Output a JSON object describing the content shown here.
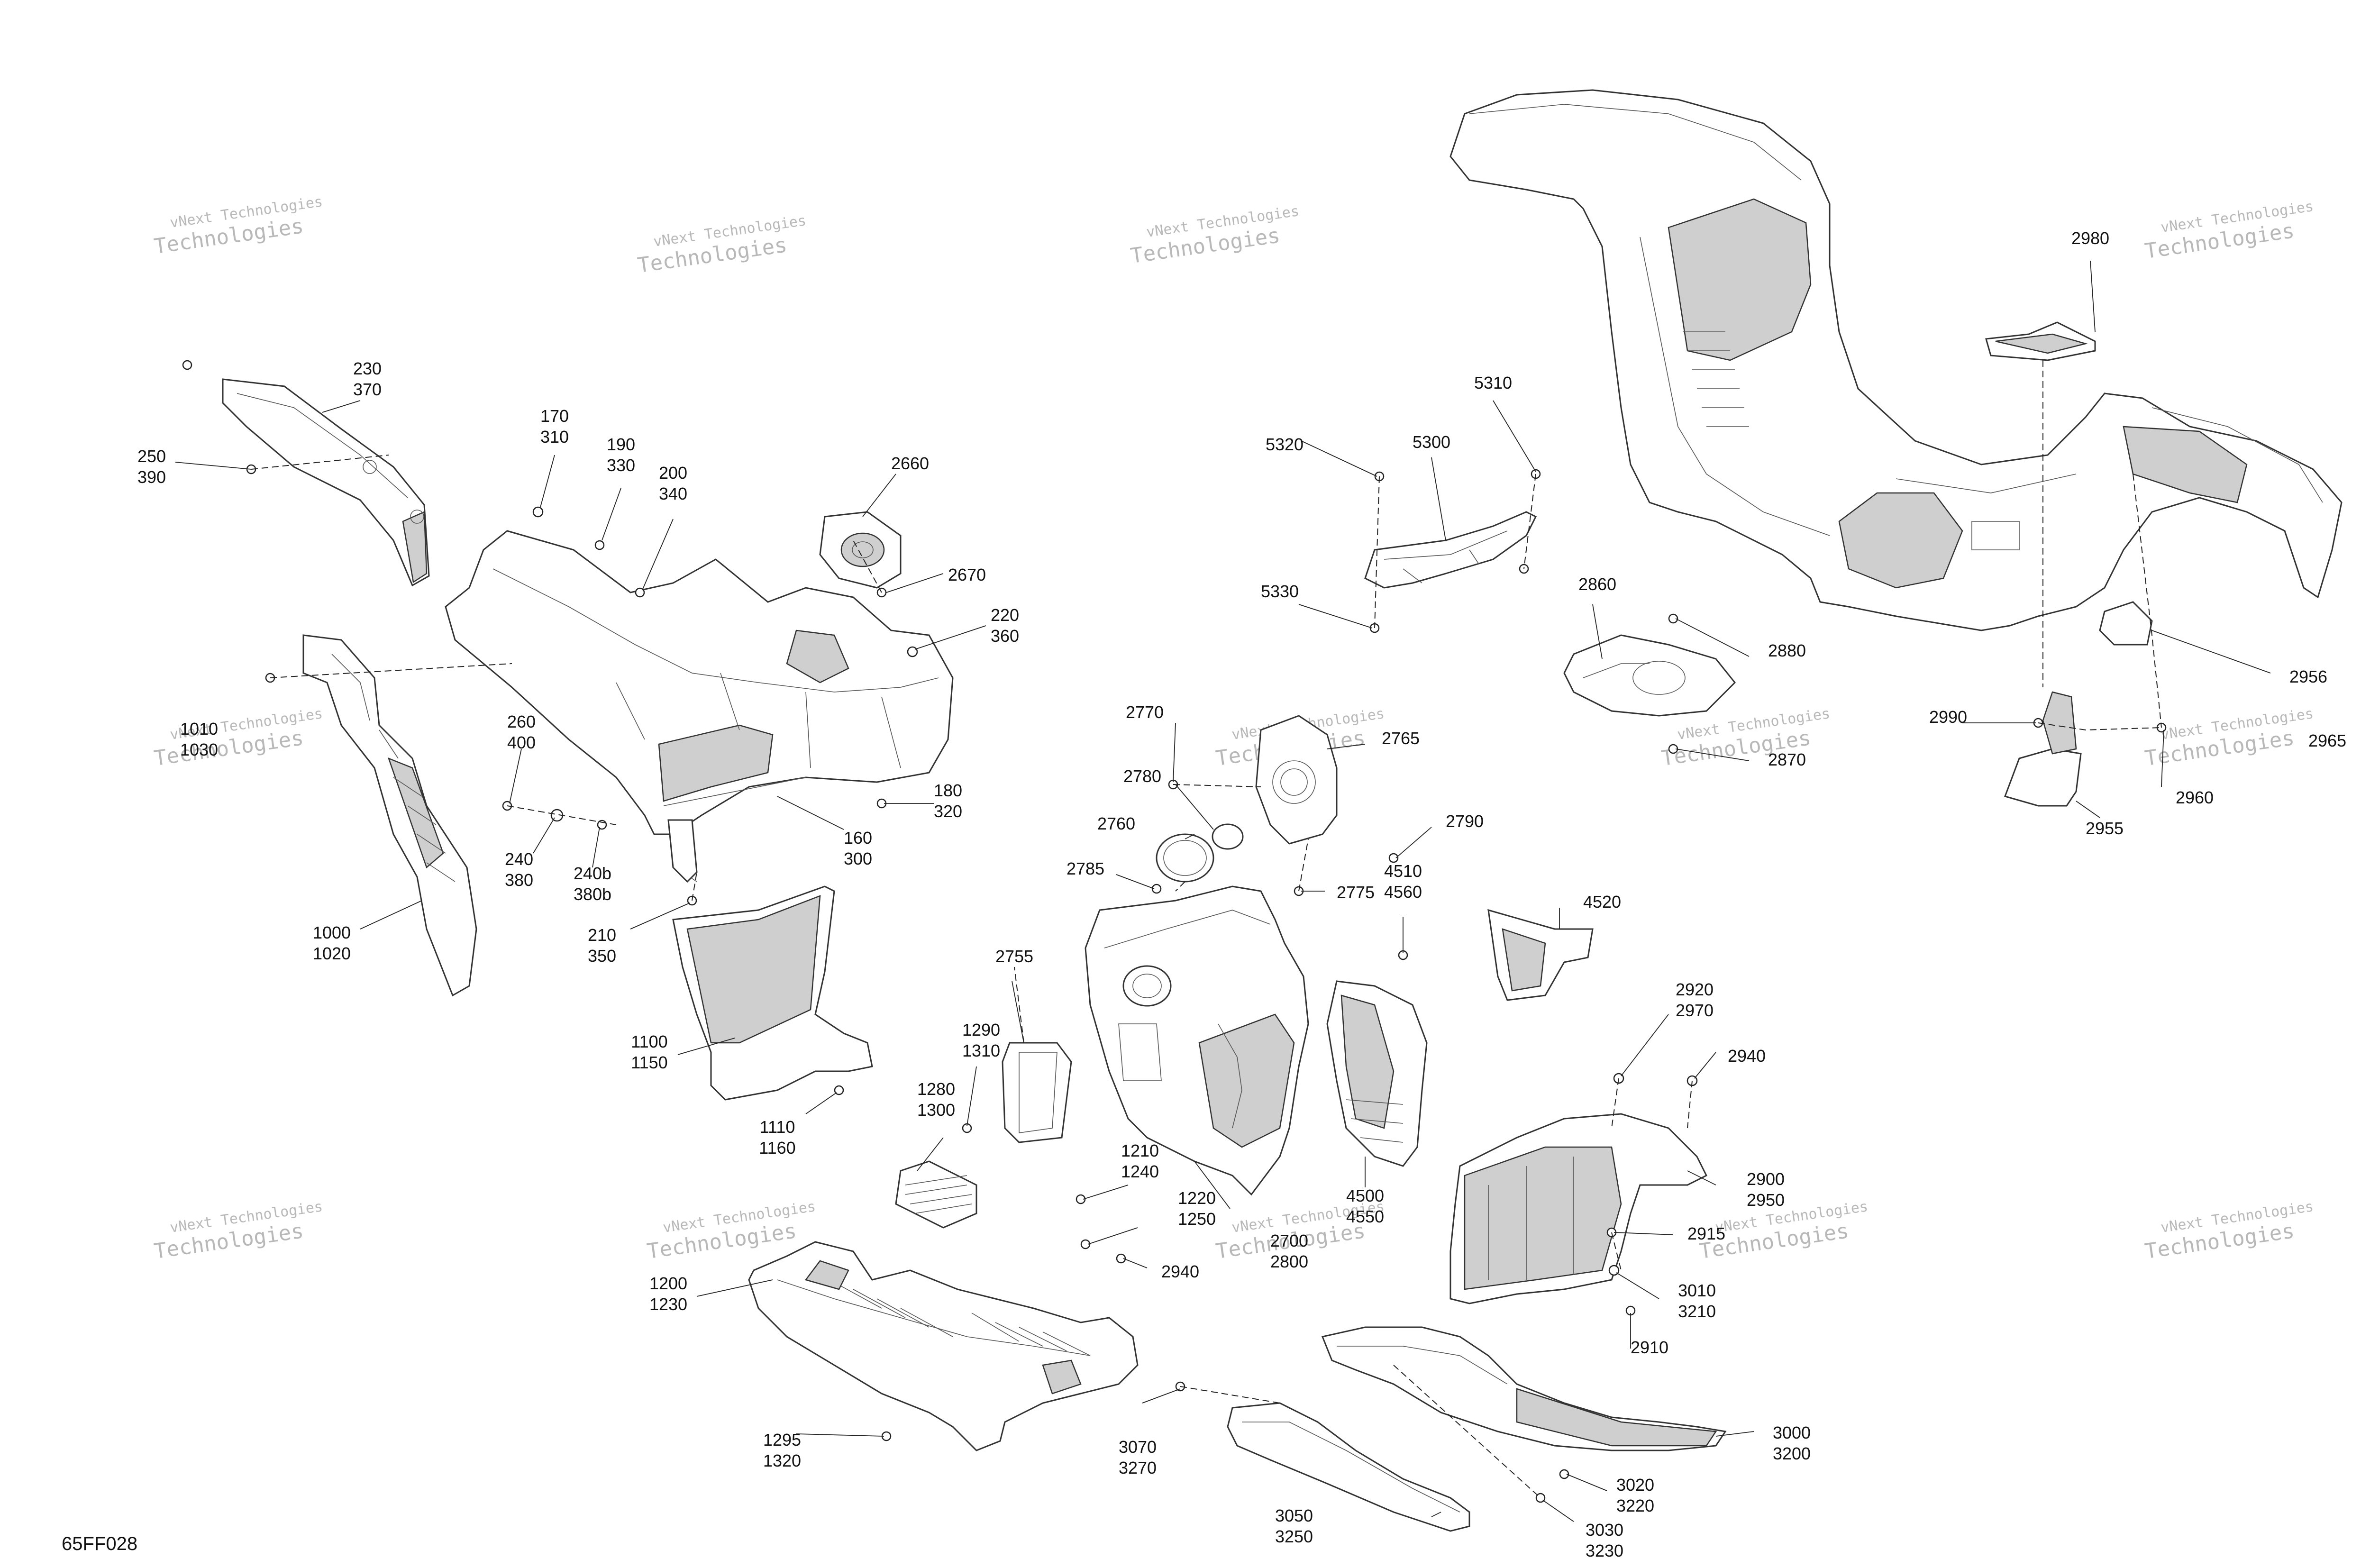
{
  "figure_code": "65FF028",
  "watermark": {
    "line1": "vNext Technologies",
    "line2": "Technologies"
  },
  "callouts": [
    {
      "id": "c230",
      "lines": [
        "230",
        "370"
      ]
    },
    {
      "id": "c250",
      "lines": [
        "250",
        "390"
      ]
    },
    {
      "id": "c170",
      "lines": [
        "170",
        "310"
      ]
    },
    {
      "id": "c190",
      "lines": [
        "190",
        "330"
      ]
    },
    {
      "id": "c200",
      "lines": [
        "200",
        "340"
      ]
    },
    {
      "id": "c2660",
      "lines": [
        "2660"
      ]
    },
    {
      "id": "c2670",
      "lines": [
        "2670"
      ]
    },
    {
      "id": "c220",
      "lines": [
        "220",
        "360"
      ]
    },
    {
      "id": "c1010",
      "lines": [
        "1010",
        "1030"
      ]
    },
    {
      "id": "c260",
      "lines": [
        "260",
        "400"
      ]
    },
    {
      "id": "c180",
      "lines": [
        "180",
        "320"
      ]
    },
    {
      "id": "c160",
      "lines": [
        "160",
        "300"
      ]
    },
    {
      "id": "c240",
      "lines": [
        "240",
        "380"
      ]
    },
    {
      "id": "c240b",
      "lines": [
        "240b",
        "380b"
      ]
    },
    {
      "id": "c210",
      "lines": [
        "210",
        "350"
      ]
    },
    {
      "id": "c1000",
      "lines": [
        "1000",
        "1020"
      ]
    },
    {
      "id": "c1100",
      "lines": [
        "1100",
        "1150"
      ]
    },
    {
      "id": "c1110",
      "lines": [
        "1110",
        "1160"
      ]
    },
    {
      "id": "c1290",
      "lines": [
        "1290",
        "1310"
      ]
    },
    {
      "id": "c1280",
      "lines": [
        "1280",
        "1300"
      ]
    },
    {
      "id": "c1200",
      "lines": [
        "1200",
        "1230"
      ]
    },
    {
      "id": "c1295",
      "lines": [
        "1295",
        "1320"
      ]
    },
    {
      "id": "c2755",
      "lines": [
        "2755"
      ]
    },
    {
      "id": "c1210",
      "lines": [
        "1210",
        "1240"
      ]
    },
    {
      "id": "c1220",
      "lines": [
        "1220",
        "1250"
      ]
    },
    {
      "id": "c2940a",
      "lines": [
        "2940"
      ]
    },
    {
      "id": "c2700",
      "lines": [
        "2700",
        "2800"
      ]
    },
    {
      "id": "c2770",
      "lines": [
        "2770"
      ]
    },
    {
      "id": "c2765",
      "lines": [
        "2765"
      ]
    },
    {
      "id": "c2780",
      "lines": [
        "2780"
      ]
    },
    {
      "id": "c2760",
      "lines": [
        "2760"
      ]
    },
    {
      "id": "c2785",
      "lines": [
        "2785"
      ]
    },
    {
      "id": "c2775",
      "lines": [
        "2775"
      ]
    },
    {
      "id": "c2790",
      "lines": [
        "2790"
      ]
    },
    {
      "id": "c4510",
      "lines": [
        "4510",
        "4560"
      ]
    },
    {
      "id": "c4500",
      "lines": [
        "4500",
        "4550"
      ]
    },
    {
      "id": "c4520",
      "lines": [
        "4520"
      ]
    },
    {
      "id": "c5310",
      "lines": [
        "5310"
      ]
    },
    {
      "id": "c5320",
      "lines": [
        "5320"
      ]
    },
    {
      "id": "c5300",
      "lines": [
        "5300"
      ]
    },
    {
      "id": "c5330",
      "lines": [
        "5330"
      ]
    },
    {
      "id": "c2860",
      "lines": [
        "2860"
      ]
    },
    {
      "id": "c2880",
      "lines": [
        "2880"
      ]
    },
    {
      "id": "c2870",
      "lines": [
        "2870"
      ]
    },
    {
      "id": "c2980",
      "lines": [
        "2980"
      ]
    },
    {
      "id": "c2956",
      "lines": [
        "2956"
      ]
    },
    {
      "id": "c2990",
      "lines": [
        "2990"
      ]
    },
    {
      "id": "c2965",
      "lines": [
        "2965"
      ]
    },
    {
      "id": "c2960",
      "lines": [
        "2960"
      ]
    },
    {
      "id": "c2955",
      "lines": [
        "2955"
      ]
    },
    {
      "id": "c2920",
      "lines": [
        "2920",
        "2970"
      ]
    },
    {
      "id": "c2940b",
      "lines": [
        "2940"
      ]
    },
    {
      "id": "c2900",
      "lines": [
        "2900",
        "2950"
      ]
    },
    {
      "id": "c2915",
      "lines": [
        "2915"
      ]
    },
    {
      "id": "c3010",
      "lines": [
        "3010",
        "3210"
      ]
    },
    {
      "id": "c2910",
      "lines": [
        "2910"
      ]
    },
    {
      "id": "c3000",
      "lines": [
        "3000",
        "3200"
      ]
    },
    {
      "id": "c3070",
      "lines": [
        "3070",
        "3270"
      ]
    },
    {
      "id": "c3020",
      "lines": [
        "3020",
        "3220"
      ]
    },
    {
      "id": "c3030",
      "lines": [
        "3030",
        "3230"
      ]
    },
    {
      "id": "c3050",
      "lines": [
        "3050",
        "3250"
      ]
    }
  ]
}
